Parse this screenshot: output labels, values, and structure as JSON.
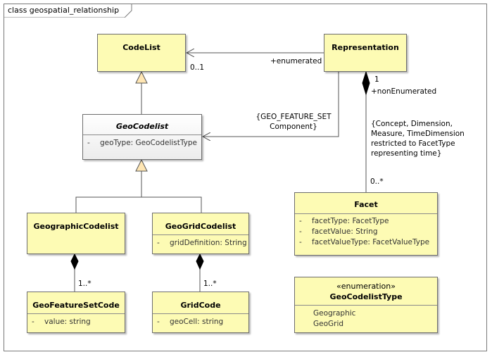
{
  "diagram": {
    "title": "class geospatial_relationship"
  },
  "classes": {
    "codelist": {
      "name": "CodeList"
    },
    "representation": {
      "name": "Representation"
    },
    "geocodelist": {
      "name": "GeoCodelist",
      "attrs": [
        "geoType: GeoCodelistType"
      ]
    },
    "geographic_codelist": {
      "name": "GeographicCodelist"
    },
    "geogrid_codelist": {
      "name": "GeoGridCodelist",
      "attrs": [
        "gridDefinition: String"
      ]
    },
    "geofeatureset_code": {
      "name": "GeoFeatureSetCode",
      "attrs": [
        "value: string"
      ]
    },
    "grid_code": {
      "name": "GridCode",
      "attrs": [
        "geoCell: string"
      ]
    },
    "facet": {
      "name": "Facet",
      "attrs": [
        "facetType: FacetType",
        "facetValue: String",
        "facetValueType: FacetValueType"
      ]
    },
    "geocodelist_type": {
      "stereotype": "«enumeration»",
      "name": "GeoCodelistType",
      "literals": [
        "Geographic",
        "GeoGrid"
      ]
    }
  },
  "attr_marker": "-",
  "labels": {
    "mult_codelist": "0..1",
    "role_enumerated": "+enumerated",
    "mult_rep": "1",
    "role_nonenumerated": "+nonEnumerated",
    "constraint_geo_line1": "{GEO_FEATURE_SET",
    "constraint_geo_line2": "Component}",
    "constraint_facet": [
      "{Concept, Dimension,",
      "Measure, TimeDimension",
      "restricted to FacetType",
      "representing time}"
    ],
    "mult_facet": "0..*",
    "mult_featureset": "1..*",
    "mult_gridcode": "1..*"
  }
}
